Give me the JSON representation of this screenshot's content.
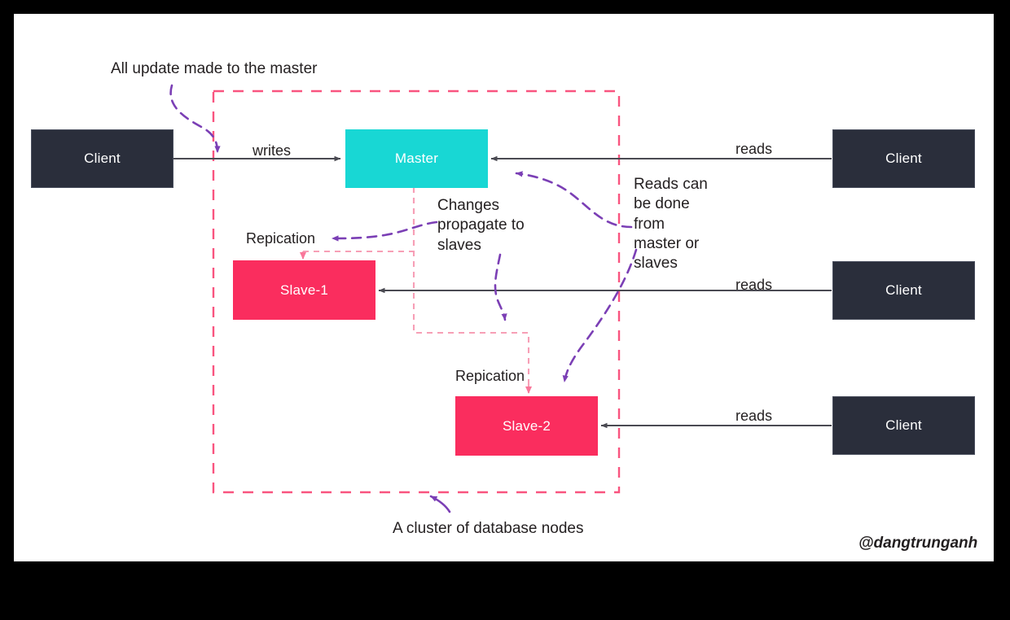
{
  "canvas": {
    "background": "#ffffff",
    "frame_color": "#000000"
  },
  "colors": {
    "client": "#2a2e3b",
    "master": "#18d7d4",
    "slave": "#fa2d5e",
    "cluster_border": "#f9547f",
    "replication_line": "#f79fb6",
    "annotation_arrow": "#7b3fb5",
    "flow_arrow": "#4a4a52",
    "text": "#231f20"
  },
  "nodes": {
    "client_write": {
      "label": "Client"
    },
    "master": {
      "label": "Master"
    },
    "slave1": {
      "label": "Slave-1"
    },
    "slave2": {
      "label": "Slave-2"
    },
    "client_read_master": {
      "label": "Client"
    },
    "client_read_slave1": {
      "label": "Client"
    },
    "client_read_slave2": {
      "label": "Client"
    }
  },
  "edge_labels": {
    "writes": "writes",
    "reads_master": "reads",
    "reads_slave1": "reads",
    "reads_slave2": "reads",
    "replication_slave1": "Repication",
    "replication_slave2": "Repication"
  },
  "annotations": {
    "all_updates": "All update made to the master",
    "changes_propagate": "Changes propagate to slaves",
    "reads_can_be_done": "Reads can be done from master or slaves",
    "cluster_caption": "A cluster of database nodes"
  },
  "watermark": "@dangtrunganh"
}
